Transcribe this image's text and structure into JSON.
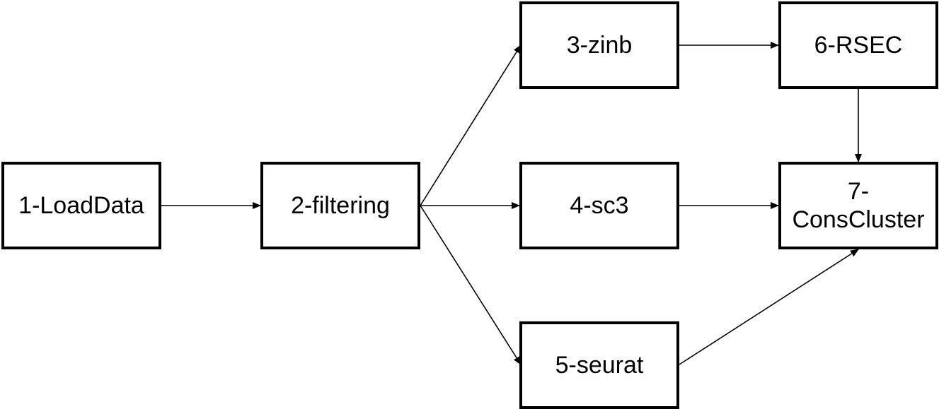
{
  "diagram": {
    "nodes": [
      {
        "id": "n1",
        "label": "1-LoadData"
      },
      {
        "id": "n2",
        "label": "2-filtering"
      },
      {
        "id": "n3",
        "label": "3-zinb"
      },
      {
        "id": "n4",
        "label": "4-sc3"
      },
      {
        "id": "n5",
        "label": "5-seurat"
      },
      {
        "id": "n6",
        "label": "6-RSEC"
      },
      {
        "id": "n7",
        "label_line1": "7-",
        "label_line2": "ConsCluster"
      }
    ],
    "edges": [
      {
        "from": "1-LoadData",
        "to": "2-filtering"
      },
      {
        "from": "2-filtering",
        "to": "3-zinb"
      },
      {
        "from": "2-filtering",
        "to": "4-sc3"
      },
      {
        "from": "2-filtering",
        "to": "5-seurat"
      },
      {
        "from": "3-zinb",
        "to": "6-RSEC"
      },
      {
        "from": "4-sc3",
        "to": "7-ConsCluster"
      },
      {
        "from": "6-RSEC",
        "to": "7-ConsCluster"
      },
      {
        "from": "5-seurat",
        "to": "7-ConsCluster"
      }
    ],
    "colors": {
      "stroke": "#000000",
      "background": "#ffffff"
    }
  }
}
